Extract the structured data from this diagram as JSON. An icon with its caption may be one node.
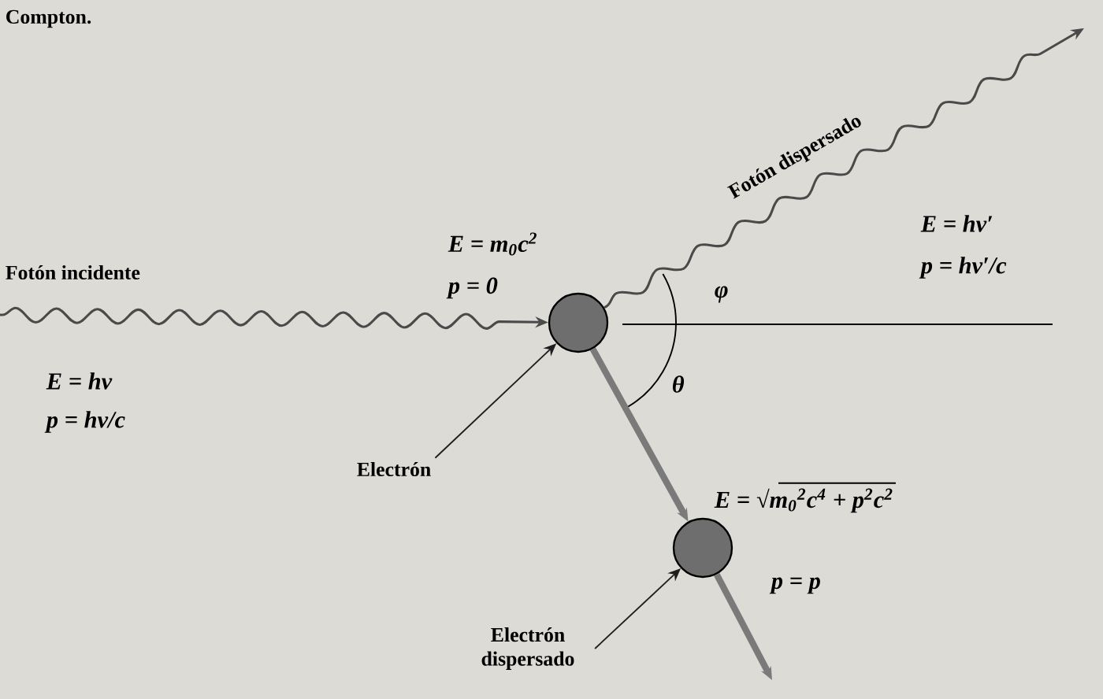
{
  "diagram": {
    "nodes": [
      {
        "text": [],
        "shape": "circle",
        "beside": [
          "E = m$_{0}$c$^{2}$",
          "p = 0"
        ]
      },
      {
        "text": [],
        "shape": "circle",
        "beside": [
          "E = √m$_{0}$$^{2}$c$^{4}$ + p$^{2}$c$^{2}$",
          "p = p"
        ]
      },
      {
        "text": [
          "Electrón"
        ]
      },
      {
        "text": [
          "Electrón dispersado"
        ]
      }
    ],
    "edges": [
      {
        "from": null,
        "to": 0,
        "arrow": "to",
        "label": "Fotón incidente"
      },
      {
        "from": 0,
        "to": null,
        "arrow": "to",
        "label": "Fotón dispersado"
      },
      {
        "from": 0,
        "to": 1,
        "arrow": "to",
        "style": "thick",
        "color": "#7a7a7a"
      },
      {
        "from": 1,
        "to": null,
        "arrow": "to",
        "style": "thick",
        "color": "#7a7a7a"
      },
      {
        "from": 2,
        "to": 0,
        "arrow": "to"
      },
      {
        "from": 3,
        "to": 1,
        "arrow": "to"
      }
    ],
    "labels": [
      "Compton.",
      "E = hν′",
      "p = hν′/c",
      "φ",
      "E = hν",
      "p = hν/c",
      "θ"
    ]
  }
}
